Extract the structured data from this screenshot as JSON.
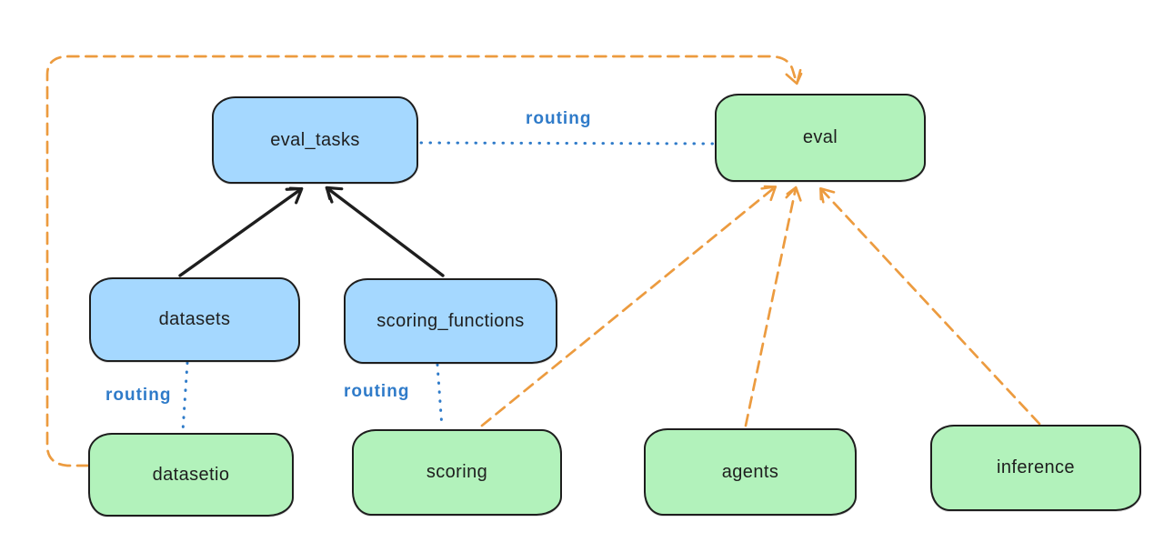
{
  "diagram": {
    "colors": {
      "background": "#ffffff",
      "node_stroke": "#1e1e1e",
      "blue_node_fill": "#a5d8ff",
      "green_node_fill": "#b2f2bb",
      "routing_label_blue": "#2f7bc9",
      "solid_arrow_black": "#1e1e1e",
      "dashed_arrow_orange": "#ec9b3f"
    },
    "nodes": [
      {
        "id": "eval_tasks",
        "label": "eval_tasks",
        "fill": "blue"
      },
      {
        "id": "eval",
        "label": "eval",
        "fill": "green"
      },
      {
        "id": "datasets",
        "label": "datasets",
        "fill": "blue"
      },
      {
        "id": "scoring_functions",
        "label": "scoring_functions",
        "fill": "blue"
      },
      {
        "id": "datasetio",
        "label": "datasetio",
        "fill": "green"
      },
      {
        "id": "scoring",
        "label": "scoring",
        "fill": "green"
      },
      {
        "id": "agents",
        "label": "agents",
        "fill": "green"
      },
      {
        "id": "inference",
        "label": "inference",
        "fill": "green"
      }
    ],
    "edges": [
      {
        "from": "datasets",
        "to": "eval_tasks",
        "style": "solid",
        "color": "black",
        "label": ""
      },
      {
        "from": "scoring_functions",
        "to": "eval_tasks",
        "style": "solid",
        "color": "black",
        "label": ""
      },
      {
        "from": "eval_tasks",
        "to": "eval",
        "style": "dotted",
        "color": "blue",
        "label": "routing"
      },
      {
        "from": "datasets",
        "to": "datasetio",
        "style": "dotted",
        "color": "blue",
        "label": "routing"
      },
      {
        "from": "scoring_functions",
        "to": "scoring",
        "style": "dotted",
        "color": "blue",
        "label": "routing"
      },
      {
        "from": "datasetio",
        "to": "eval",
        "style": "dashed",
        "color": "orange",
        "label": ""
      },
      {
        "from": "scoring",
        "to": "eval",
        "style": "dashed",
        "color": "orange",
        "label": ""
      },
      {
        "from": "agents",
        "to": "eval",
        "style": "dashed",
        "color": "orange",
        "label": ""
      },
      {
        "from": "inference",
        "to": "eval",
        "style": "dashed",
        "color": "orange",
        "label": ""
      }
    ]
  }
}
